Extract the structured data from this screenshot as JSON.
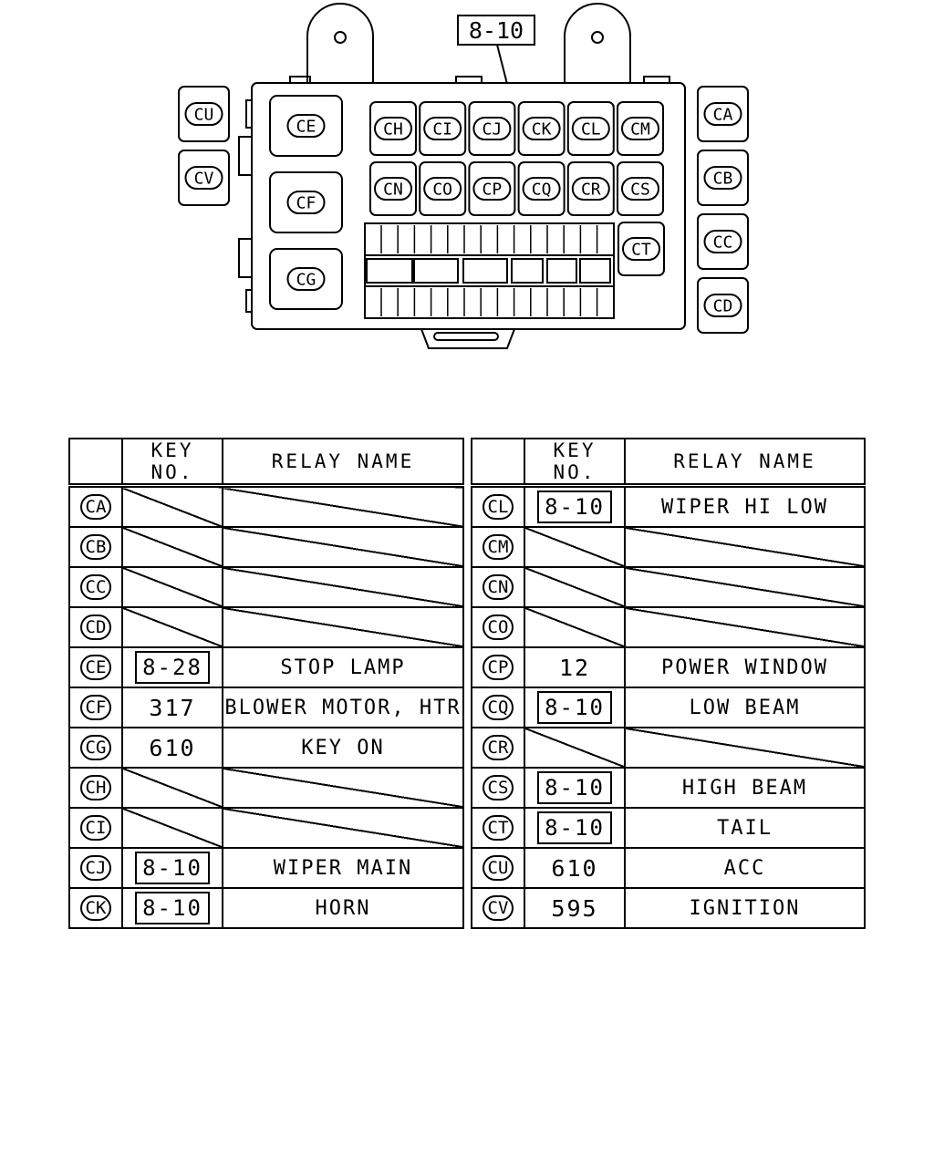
{
  "callout": {
    "label": "8-10"
  },
  "diagram": {
    "left_relays": [
      "CU",
      "CV"
    ],
    "right_relays": [
      "CA",
      "CB",
      "CC",
      "CD"
    ],
    "large_relays": [
      "CE",
      "CF",
      "CG"
    ],
    "row1": [
      "CH",
      "CI",
      "CJ",
      "CK",
      "CL",
      "CM"
    ],
    "row2": [
      "CN",
      "CO",
      "CP",
      "CQ",
      "CR",
      "CS"
    ],
    "single": "CT"
  },
  "tables": {
    "headers": {
      "key": "KEY NO.",
      "name": "RELAY NAME"
    },
    "left": [
      {
        "code": "CA",
        "key": "",
        "boxed": false,
        "name": ""
      },
      {
        "code": "CB",
        "key": "",
        "boxed": false,
        "name": ""
      },
      {
        "code": "CC",
        "key": "",
        "boxed": false,
        "name": ""
      },
      {
        "code": "CD",
        "key": "",
        "boxed": false,
        "name": ""
      },
      {
        "code": "CE",
        "key": "8-28",
        "boxed": true,
        "name": "STOP LAMP"
      },
      {
        "code": "CF",
        "key": "317",
        "boxed": false,
        "name": "BLOWER MOTOR, HTR"
      },
      {
        "code": "CG",
        "key": "610",
        "boxed": false,
        "name": "KEY ON"
      },
      {
        "code": "CH",
        "key": "",
        "boxed": false,
        "name": ""
      },
      {
        "code": "CI",
        "key": "",
        "boxed": false,
        "name": ""
      },
      {
        "code": "CJ",
        "key": "8-10",
        "boxed": true,
        "name": "WIPER MAIN"
      },
      {
        "code": "CK",
        "key": "8-10",
        "boxed": true,
        "name": "HORN"
      }
    ],
    "right": [
      {
        "code": "CL",
        "key": "8-10",
        "boxed": true,
        "name": "WIPER HI LOW"
      },
      {
        "code": "CM",
        "key": "",
        "boxed": false,
        "name": ""
      },
      {
        "code": "CN",
        "key": "",
        "boxed": false,
        "name": ""
      },
      {
        "code": "CO",
        "key": "",
        "boxed": false,
        "name": ""
      },
      {
        "code": "CP",
        "key": "12",
        "boxed": false,
        "name": "POWER WINDOW"
      },
      {
        "code": "CQ",
        "key": "8-10",
        "boxed": true,
        "name": "LOW BEAM"
      },
      {
        "code": "CR",
        "key": "",
        "boxed": false,
        "name": ""
      },
      {
        "code": "CS",
        "key": "8-10",
        "boxed": true,
        "name": "HIGH BEAM"
      },
      {
        "code": "CT",
        "key": "8-10",
        "boxed": true,
        "name": "TAIL"
      },
      {
        "code": "CU",
        "key": "610",
        "boxed": false,
        "name": "ACC"
      },
      {
        "code": "CV",
        "key": "595",
        "boxed": false,
        "name": "IGNITION"
      }
    ]
  }
}
